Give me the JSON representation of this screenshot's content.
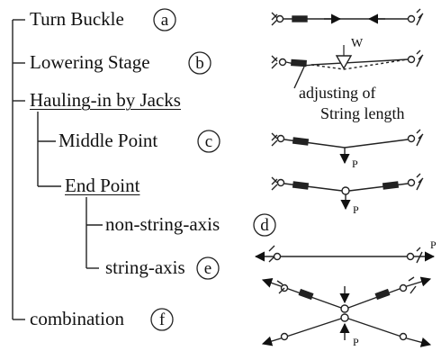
{
  "items": {
    "turn_buckle": {
      "label": "Turn Buckle",
      "badge": "a"
    },
    "lowering_stage": {
      "label": "Lowering Stage",
      "badge": "b"
    },
    "hauling_in": {
      "label": "Hauling-in by Jacks"
    },
    "middle_point": {
      "label": "Middle Point",
      "badge": "c"
    },
    "end_point": {
      "label": "End Point"
    },
    "non_string_axis": {
      "label": "non-string-axis",
      "badge": "d"
    },
    "string_axis": {
      "label": "string-axis",
      "badge": "e"
    },
    "combination": {
      "label": "combination",
      "badge": "f"
    }
  },
  "annotations": {
    "load_w": "W",
    "adjusting_line1": "adjusting of",
    "adjusting_line2": "String length",
    "force_p": "P"
  }
}
